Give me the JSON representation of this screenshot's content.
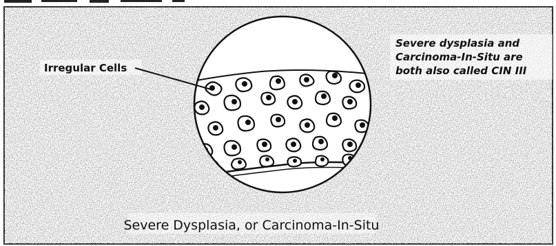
{
  "labels": {
    "cells": "Irregular Cells",
    "note_line1": "Severe dysplasia and",
    "note_line2": "Carcinoma-In-Situ are",
    "note_line3": "both also called CIN III",
    "caption": "Severe Dysplasia, or Carcinoma-In-Situ"
  }
}
